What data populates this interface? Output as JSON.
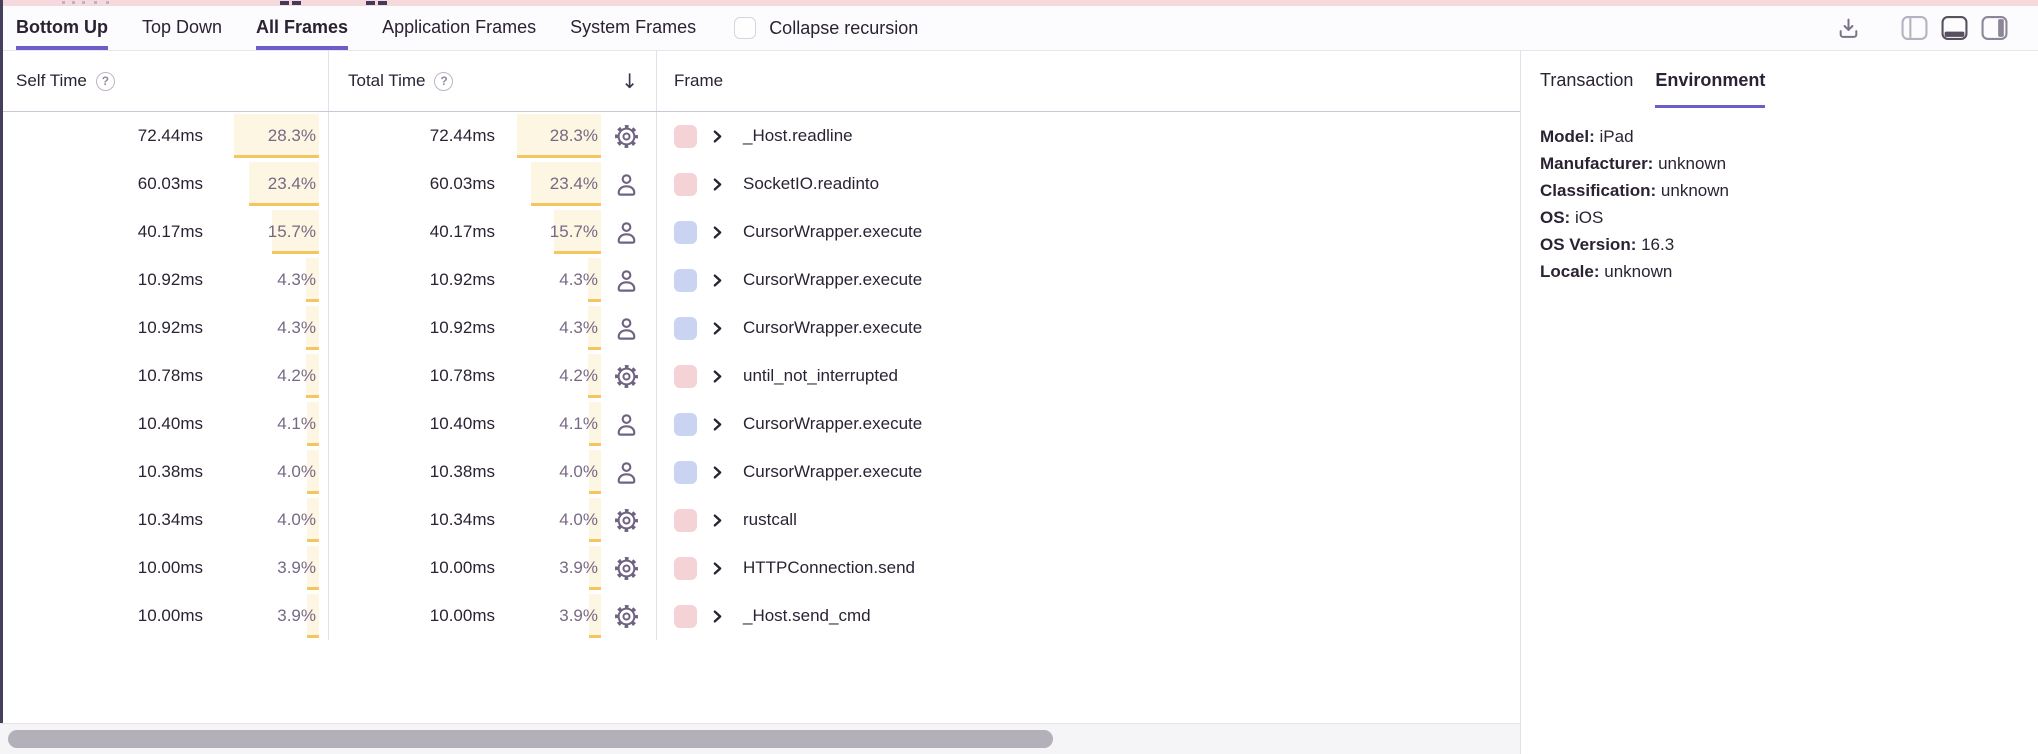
{
  "toolbar": {
    "view_tabs": [
      {
        "label": "Bottom Up",
        "active": true
      },
      {
        "label": "Top Down",
        "active": false
      }
    ],
    "frame_tabs": [
      {
        "label": "All Frames",
        "active": true
      },
      {
        "label": "Application Frames",
        "active": false
      },
      {
        "label": "System Frames",
        "active": false
      }
    ],
    "collapse_recursion": {
      "label": "Collapse recursion",
      "checked": false
    },
    "icons": [
      "download-icon",
      "layout-left-icon",
      "layout-bottom-icon",
      "layout-right-icon"
    ]
  },
  "table": {
    "self_header": "Self Time",
    "total_header": "Total Time",
    "frame_header": "Frame",
    "help_glyph": "?",
    "sort_indicator": "↓",
    "sorted_by": "Total Time descending",
    "rows": [
      {
        "self": "72.44ms",
        "self_pct": "28.3%",
        "total": "72.44ms",
        "total_pct": "28.3%",
        "pct": 28.3,
        "icon": "gear",
        "color": "pink",
        "frame": "_Host.readline"
      },
      {
        "self": "60.03ms",
        "self_pct": "23.4%",
        "total": "60.03ms",
        "total_pct": "23.4%",
        "pct": 23.4,
        "icon": "user",
        "color": "pink",
        "frame": "SocketIO.readinto"
      },
      {
        "self": "40.17ms",
        "self_pct": "15.7%",
        "total": "40.17ms",
        "total_pct": "15.7%",
        "pct": 15.7,
        "icon": "user",
        "color": "blue",
        "frame": "CursorWrapper.execute"
      },
      {
        "self": "10.92ms",
        "self_pct": "4.3%",
        "total": "10.92ms",
        "total_pct": "4.3%",
        "pct": 4.3,
        "icon": "user",
        "color": "blue",
        "frame": "CursorWrapper.execute"
      },
      {
        "self": "10.92ms",
        "self_pct": "4.3%",
        "total": "10.92ms",
        "total_pct": "4.3%",
        "pct": 4.3,
        "icon": "user",
        "color": "blue",
        "frame": "CursorWrapper.execute"
      },
      {
        "self": "10.78ms",
        "self_pct": "4.2%",
        "total": "10.78ms",
        "total_pct": "4.2%",
        "pct": 4.2,
        "icon": "gear",
        "color": "pink",
        "frame": "until_not_interrupted"
      },
      {
        "self": "10.40ms",
        "self_pct": "4.1%",
        "total": "10.40ms",
        "total_pct": "4.1%",
        "pct": 4.1,
        "icon": "user",
        "color": "blue",
        "frame": "CursorWrapper.execute"
      },
      {
        "self": "10.38ms",
        "self_pct": "4.0%",
        "total": "10.38ms",
        "total_pct": "4.0%",
        "pct": 4.0,
        "icon": "user",
        "color": "blue",
        "frame": "CursorWrapper.execute"
      },
      {
        "self": "10.34ms",
        "self_pct": "4.0%",
        "total": "10.34ms",
        "total_pct": "4.0%",
        "pct": 4.0,
        "icon": "gear",
        "color": "pink",
        "frame": "rustcall"
      },
      {
        "self": "10.00ms",
        "self_pct": "3.9%",
        "total": "10.00ms",
        "total_pct": "3.9%",
        "pct": 3.9,
        "icon": "gear",
        "color": "pink",
        "frame": "HTTPConnection.send"
      },
      {
        "self": "10.00ms",
        "self_pct": "3.9%",
        "total": "10.00ms",
        "total_pct": "3.9%",
        "pct": 3.9,
        "icon": "gear",
        "color": "pink",
        "frame": "_Host.send_cmd"
      }
    ]
  },
  "panel": {
    "tabs": [
      {
        "label": "Transaction",
        "active": false
      },
      {
        "label": "Environment",
        "active": true
      }
    ],
    "details": [
      {
        "label": "Model:",
        "value": "iPad"
      },
      {
        "label": "Manufacturer:",
        "value": "unknown"
      },
      {
        "label": "Classification:",
        "value": "unknown"
      },
      {
        "label": "OS:",
        "value": "iOS"
      },
      {
        "label": "OS Version:",
        "value": "16.3"
      },
      {
        "label": "Locale:",
        "value": "unknown"
      }
    ]
  },
  "colors": {
    "accent_purple": "#6a5fc8",
    "bar_fill": "#fdf6e2",
    "bar_edge": "#f5c65f",
    "frame_pink": "#f4d2d5",
    "frame_blue": "#cbd3f2",
    "text_dark": "#2b2233",
    "text_muted": "#796884"
  }
}
